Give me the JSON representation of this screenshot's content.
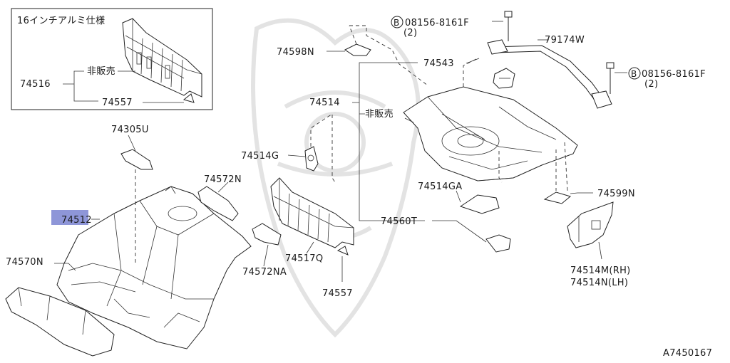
{
  "inset": {
    "title": "16インチアルミ仕様",
    "not_for_sale": "非販売",
    "part_main": "74516",
    "part_sub": "74557"
  },
  "callouts": {
    "p74305U": "74305U",
    "p74512": "74512",
    "p74570N": "74570N",
    "p74572N": "74572N",
    "p74572NA": "74572NA",
    "p74517Q": "74517Q",
    "p74557": "74557",
    "p74514G": "74514G",
    "p74598N": "74598N",
    "p74514": "74514",
    "not_for_sale_main": "非販売",
    "p74543": "74543",
    "bolt_1": "08156-8161F",
    "bolt_1_qty": "(2)",
    "bolt_2": "08156-8161F",
    "bolt_2_qty": "(2)",
    "bolt_symbol": "B",
    "p79174W": "79174W",
    "p74514GA": "74514GA",
    "p74599N": "74599N",
    "p74560T": "74560T",
    "p74514M": "74514M(RH)",
    "p74514N": "74514N(LH)"
  },
  "diagram_code": "A7450167",
  "colors": {
    "highlight": "#8e96d8",
    "ink": "#222222",
    "watermark": "#e3e3e3"
  }
}
